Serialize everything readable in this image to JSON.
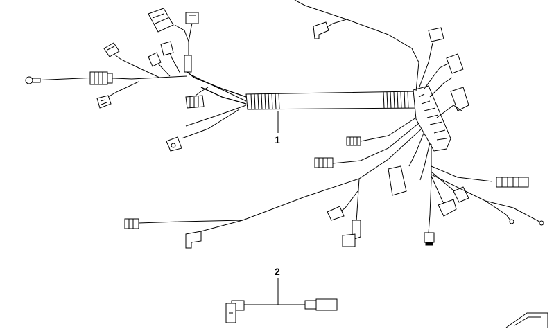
{
  "diagram": {
    "callouts": [
      {
        "id": "1",
        "label": "1"
      },
      {
        "id": "2",
        "label": "2"
      }
    ],
    "components": [
      {
        "name": "main-engine-wiring-harness",
        "callout": "1"
      },
      {
        "name": "sensor-adapter-lead",
        "callout": "2"
      }
    ],
    "icons": [
      "direction-arrow-icon"
    ]
  }
}
